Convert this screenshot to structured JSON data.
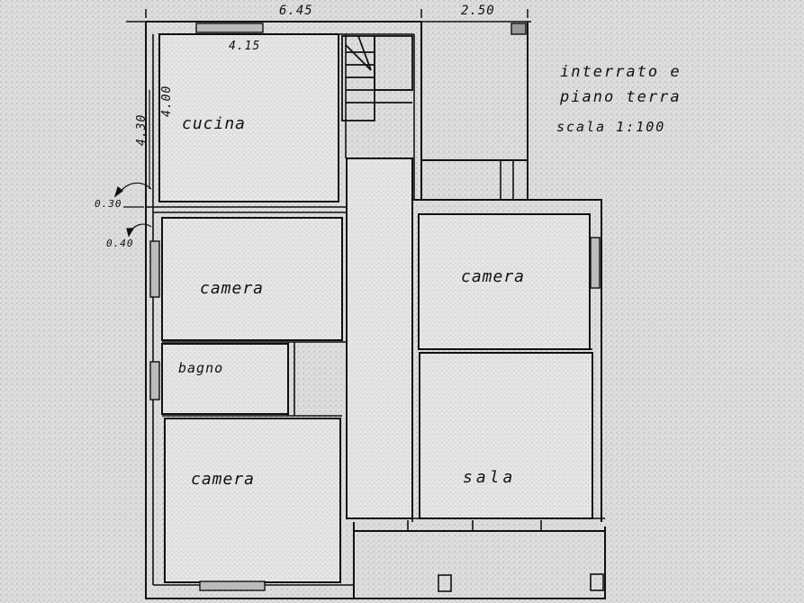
{
  "title": {
    "line1": "interrato e",
    "line2": "piano terra",
    "line3": "scala 1:100"
  },
  "dimensions": {
    "top_left_width": "6.45",
    "top_right_width": "2.50",
    "kitchen_inner_width": "4.15",
    "left_outer_height": "4.30",
    "kitchen_inner_height": "4.00",
    "outer_wall_thickness": "0.30",
    "inner_wall_thickness": "0.40"
  },
  "rooms": [
    {
      "id": "cucina",
      "label": "cucina"
    },
    {
      "id": "camera-1",
      "label": "camera"
    },
    {
      "id": "bagno",
      "label": "bagno"
    },
    {
      "id": "camera-2",
      "label": "camera"
    },
    {
      "id": "camera-3",
      "label": "camera"
    },
    {
      "id": "sala",
      "label": "sala"
    }
  ],
  "colors": {
    "paper": "#d9d9d9",
    "ink": "#111111",
    "room_fill": "#e4e4e4"
  }
}
